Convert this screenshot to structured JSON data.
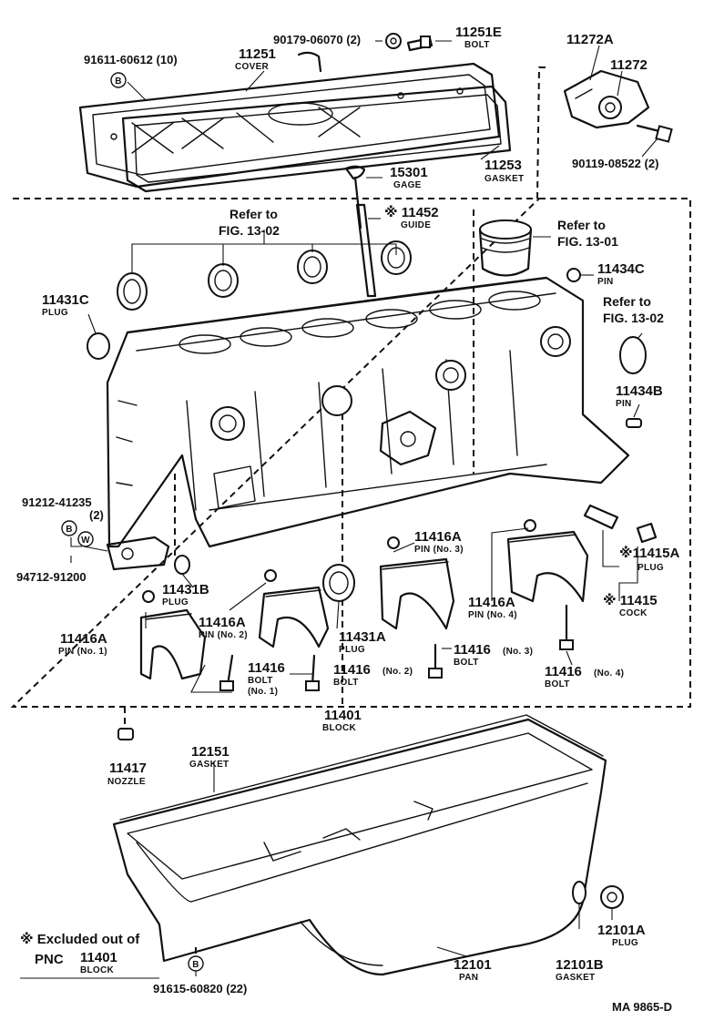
{
  "labels": {
    "p90179": "90179-06070 (2)",
    "p11251E": "11251E",
    "p11251E_sub": "BOLT",
    "p91611": "91611-60612 (10)",
    "p11251": "11251",
    "p11251_sub": "COVER",
    "p11272A": "11272A",
    "p11272": "11272",
    "p90119": "90119-08522 (2)",
    "p15301": "15301",
    "p15301_sub": "GAGE",
    "p11253": "11253",
    "p11253_sub": "GASKET",
    "ref1302_top_1": "Refer to",
    "ref1302_top_2": "FIG. 13-02",
    "p11452": "※ 11452",
    "p11452_sub": "GUIDE",
    "ref1301_1": "Refer to",
    "ref1301_2": "FIG. 13-01",
    "p11434C": "11434C",
    "p11434C_sub": "PIN",
    "ref1302_right_1": "Refer to",
    "ref1302_right_2": "FIG. 13-02",
    "p11431C": "11431C",
    "p11431C_sub": "PLUG",
    "p11434B": "11434B",
    "p11434B_sub": "PIN",
    "p91212": "91212-41235",
    "p91212_qty": "(2)",
    "p94712": "94712-91200",
    "p11431B": "11431B",
    "p11431B_sub": "PLUG",
    "p11416A_pin3": "11416A",
    "p11416A_pin3_sub": "PIN (No. 3)",
    "p11415A": "※11415A",
    "p11415A_sub": "PLUG",
    "p11416A_pin2": "11416A",
    "p11416A_pin2_sub": "PIN (No. 2)",
    "p11416A_pin4": "11416A",
    "p11416A_pin4_sub": "PIN (No. 4)",
    "p11415": "※ 11415",
    "p11415_sub": "COCK",
    "p11416A_pin1": "11416A",
    "p11416A_pin1_sub": "PIN (No. 1)",
    "p11431A": "11431A",
    "p11431A_sub": "PLUG",
    "p11416_b1": "11416",
    "p11416_b1_sub": "BOLT",
    "p11416_b1_no": "(No. 1)",
    "p11416_b2": "11416",
    "p11416_b2_no": "(No. 2)",
    "p11416_b2_sub": "BOLT",
    "p11416_b3": "11416",
    "p11416_b3_no": "(No. 3)",
    "p11416_b3_sub": "BOLT",
    "p11416_b4": "11416",
    "p11416_b4_no": "(No. 4)",
    "p11416_b4_sub": "BOLT",
    "p11401": "11401",
    "p11401_sub": "BLOCK",
    "p12151": "12151",
    "p12151_sub": "GASKET",
    "p11417": "11417",
    "p11417_sub": "NOZZLE",
    "p12101A": "12101A",
    "p12101A_sub": "PLUG",
    "p12101": "12101",
    "p12101_sub": "PAN",
    "p12101B": "12101B",
    "p12101B_sub": "GASKET",
    "p91615": "91615-60820 (22)",
    "note_line1": "※ Excluded out of",
    "note_pnc": "PNC",
    "note_num": "11401",
    "note_sub": "BLOCK",
    "diagram_id": "MA  9865-D",
    "circle_b1": "B",
    "circle_b2": "B",
    "circle_b3": "B",
    "circle_w": "W"
  }
}
